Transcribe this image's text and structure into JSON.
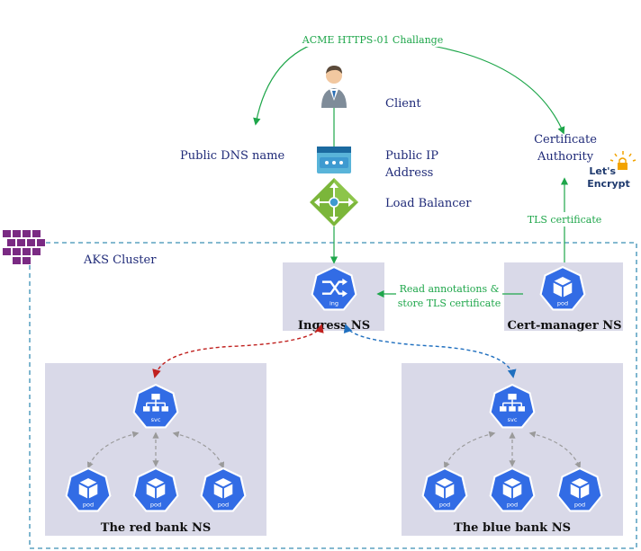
{
  "labels": {
    "challenge": "ACME HTTPS-01 Challange",
    "client": "Client",
    "public_dns": "Public DNS name",
    "public_ip_line1": "Public IP",
    "public_ip_line2": "Address",
    "load_balancer": "Load Balancer",
    "cert_authority_line1": "Certificate",
    "cert_authority_line2": "Authority",
    "letsencrypt_line1": "Let's",
    "letsencrypt_line2": "Encrypt",
    "tls_certificate": "TLS certificate",
    "aks_cluster": "AKS Cluster",
    "read_annotations_line1": "Read annotations &",
    "read_annotations_line2": "store TLS certificate",
    "ingress_ns": "Ingress NS",
    "cert_manager_ns": "Cert-manager NS",
    "red_bank_ns": "The red bank NS",
    "blue_bank_ns": "The blue bank NS"
  },
  "icon_text": {
    "ing": "ing",
    "svc": "svc",
    "pod": "pod"
  },
  "colors": {
    "navy_text": "#1f2a78",
    "green_arrow": "#1ea64a",
    "red_arrow": "#c0201e",
    "blue_arrow": "#1f6fbf",
    "k8s_blue": "#326ce5",
    "ns_box": "#d9d9e8",
    "cluster_border": "#3a8fb5",
    "aks_purple": "#7a2a83"
  },
  "icons": [
    "person-icon",
    "public-ip-icon",
    "load-balancer-icon",
    "aks-icon",
    "ingress-icon",
    "service-icon",
    "pod-icon",
    "letsencrypt-logo"
  ]
}
